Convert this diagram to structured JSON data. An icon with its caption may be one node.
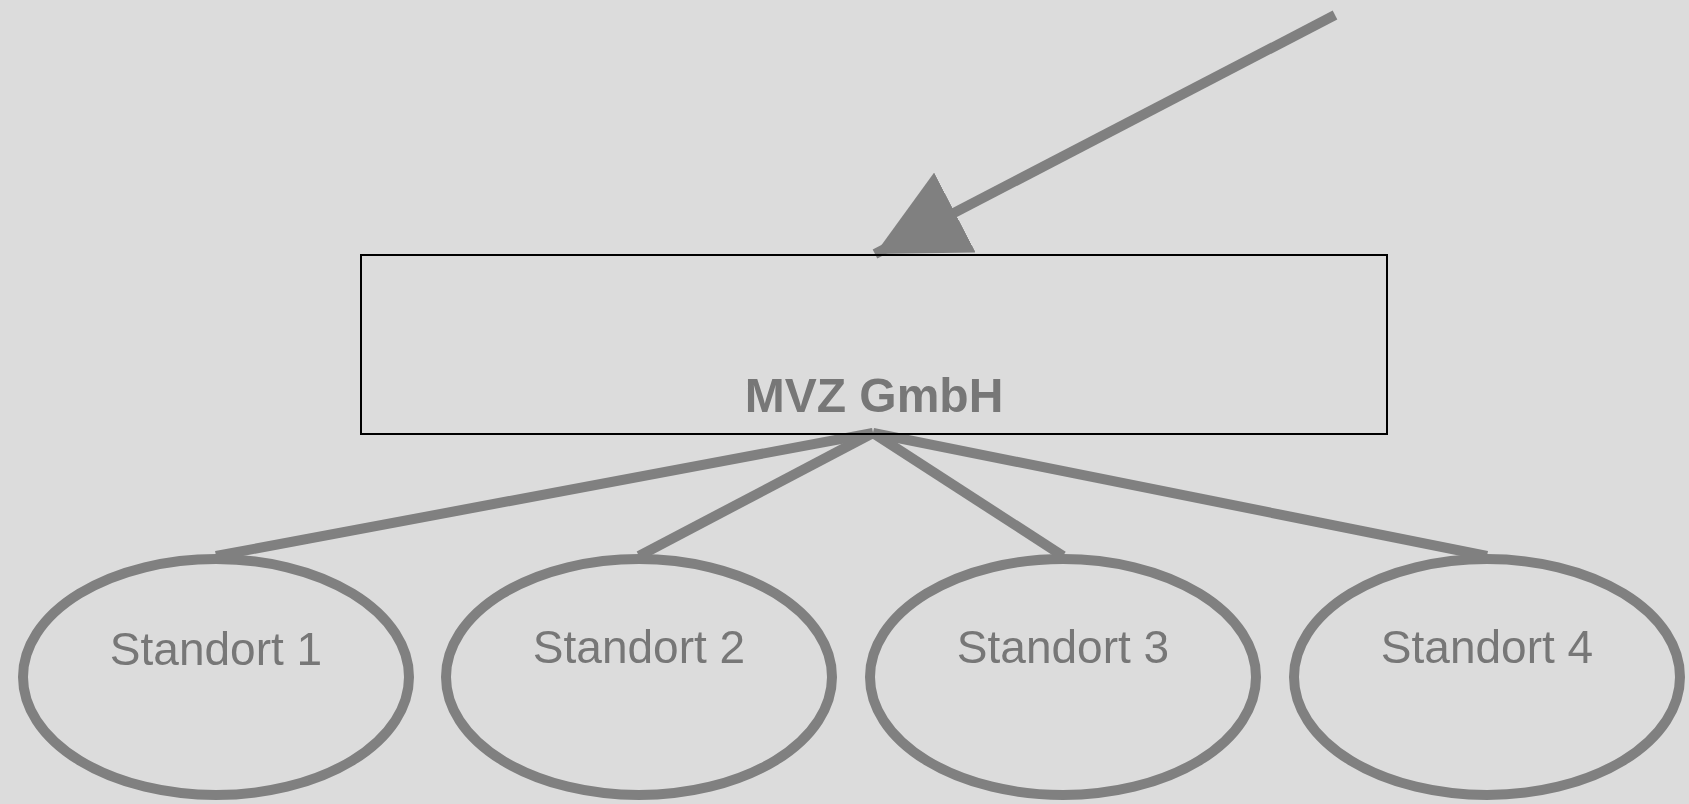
{
  "diagram": {
    "nodes": [
      {
        "text": [
          "MVZ GmbH"
        ]
      },
      {
        "text": [
          "Standort 1"
        ]
      },
      {
        "text": [
          "Standort 2"
        ]
      },
      {
        "text": [
          "Standort 3"
        ]
      },
      {
        "text": [
          "Standort 4"
        ]
      }
    ],
    "edges": [
      {
        "from": null,
        "to": 0,
        "arrow": "to"
      },
      {
        "from": 0,
        "to": 1,
        "arrow": "none"
      },
      {
        "from": 0,
        "to": 2,
        "arrow": "none"
      },
      {
        "from": 0,
        "to": 3,
        "arrow": "none"
      },
      {
        "from": 0,
        "to": 4,
        "arrow": "none"
      }
    ]
  }
}
